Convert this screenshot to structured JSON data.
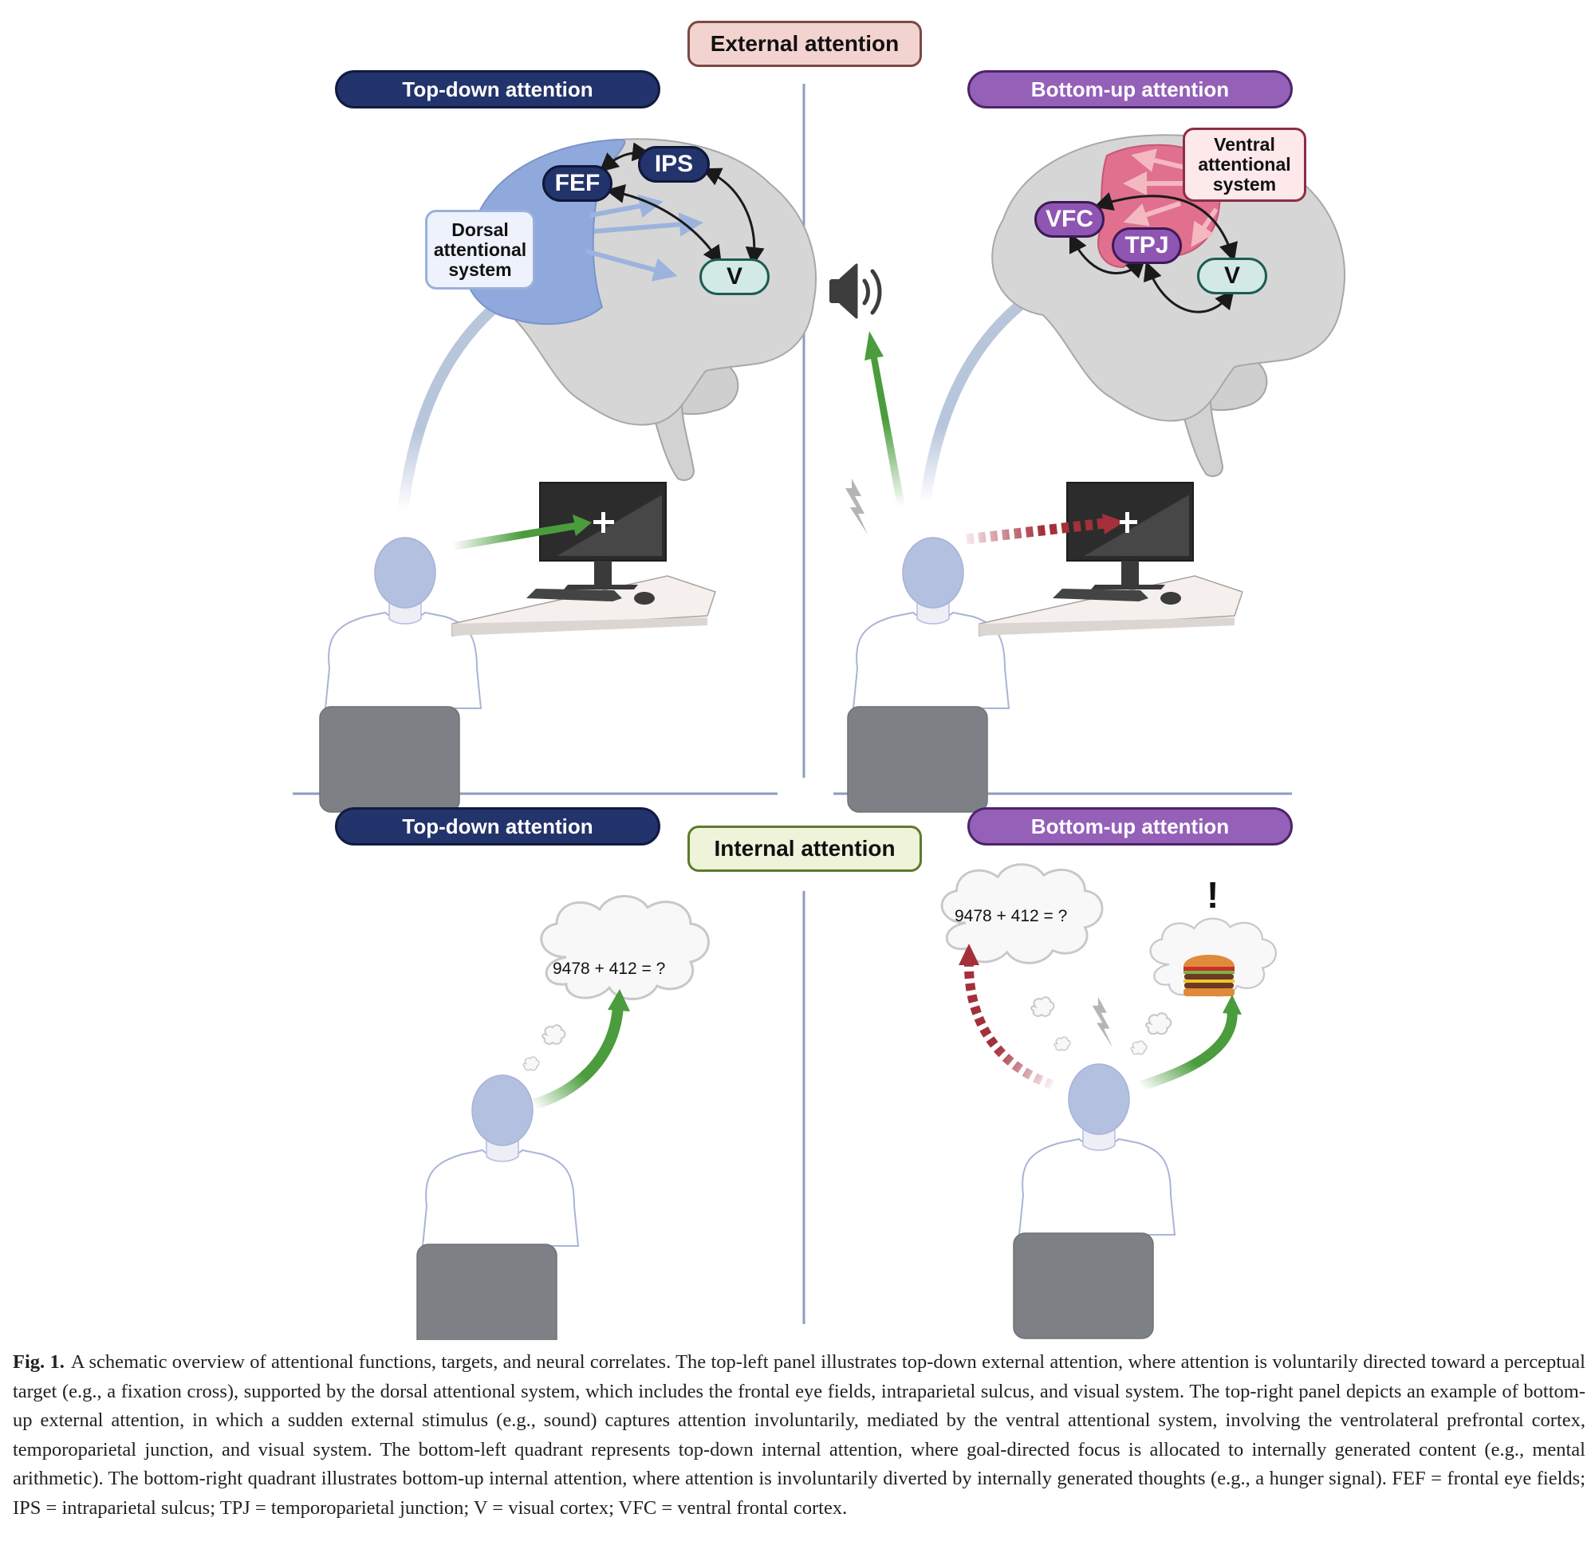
{
  "figure": {
    "external_label": "External attention",
    "internal_label": "Internal attention",
    "quadrants": {
      "top_left": {
        "header": "Top-down attention",
        "system_label": "Dorsal attentional system",
        "system_label_lines": [
          "Dorsal",
          "attentional",
          "system"
        ],
        "regions": [
          "FEF",
          "IPS",
          "V"
        ],
        "screen_symbol": "+"
      },
      "top_right": {
        "header": "Bottom-up attention",
        "system_label": "Ventral attentional system",
        "system_label_lines": [
          "Ventral",
          "attentional",
          "system"
        ],
        "regions": [
          "VFC",
          "TPJ",
          "V"
        ],
        "screen_symbol": "+",
        "stimulus": "speaker-icon"
      },
      "bottom_left": {
        "header": "Top-down attention",
        "thought": "9478 + 412 = ?"
      },
      "bottom_right": {
        "header": "Bottom-up attention",
        "thought": "9478 + 412 = ?",
        "alert": "!",
        "intrusive_thought": "hamburger-icon"
      }
    },
    "colors": {
      "top_down": "#23336b",
      "bottom_up": "#9460b8",
      "external_box": "#f3d3cf",
      "internal_box": "#eef3d9",
      "dorsal_region": "#8fa9dc",
      "ventral_region": "#e0708e",
      "focus_arrow": "#4a9c3c",
      "distraction_arrow": "#a3303a"
    }
  },
  "caption": {
    "label": "Fig. 1.",
    "text": "A schematic overview of attentional functions, targets, and neural correlates. The top-left panel illustrates top-down external attention, where attention is voluntarily directed toward a perceptual target (e.g., a fixation cross), supported by the dorsal attentional system, which includes the frontal eye fields, intraparietal sulcus, and visual system. The top-right panel depicts an example of bottom-up external attention, in which a sudden external stimulus (e.g., sound) captures attention involuntarily, mediated by the ventral attentional system, involving the ventrolateral prefrontal cortex, temporoparietal junction, and visual system. The bottom-left quadrant represents top-down internal attention, where goal-directed focus is allocated to internally generated content (e.g., mental arithmetic). The bottom-right quadrant illustrates bottom-up internal attention, where attention is involuntarily diverted by internally generated thoughts (e.g., a hunger signal). FEF = frontal eye fields; IPS = intraparietal sulcus; TPJ = temporoparietal junction; V = visual cortex; VFC = ventral frontal cortex."
  }
}
